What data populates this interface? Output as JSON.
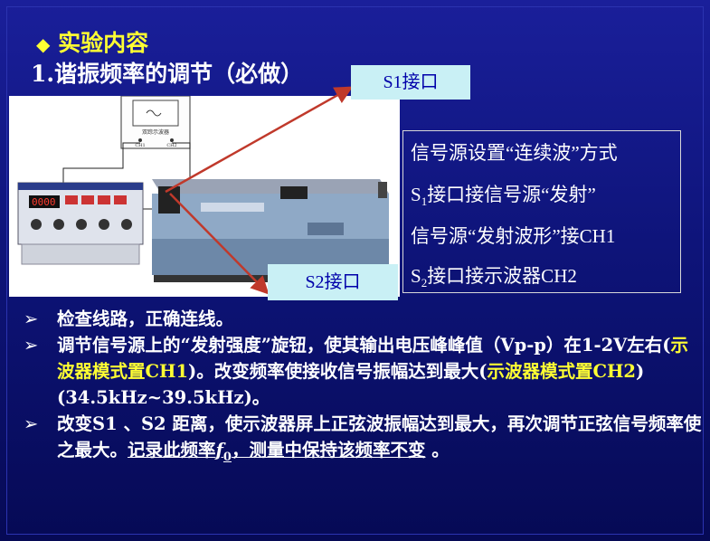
{
  "title": {
    "icon": "diamond-icon",
    "text": "实验内容"
  },
  "subtitle": "1.谐振频率的调节（必做）",
  "callouts": {
    "s1": "S1接口",
    "s2": "S2接口"
  },
  "photo": {
    "oscilloscope_label": "双踪示波器",
    "ch1": "CH1",
    "ch2": "CH2",
    "display": "0000"
  },
  "info": {
    "line1": "信号源设置“连续波”方式",
    "line2_s": "S",
    "line2_sub": "1",
    "line2_rest": "接口接信号源“发射”",
    "line3": "信号源“发射波形”接CH1",
    "line4_s": "S",
    "line4_sub": "2",
    "line4_rest": "接口接示波器CH2"
  },
  "bullets": {
    "b1": "检查线路，正确连线。",
    "b2_a": "调节信号源上的“发射强度”旋钮，使其输出电压峰峰值（Vp-p）在1-2V左右(",
    "b2_y1": "示波器模式置CH1",
    "b2_b": ")。改变频率使接收信号振幅达到最大(",
    "b2_y2": "示波器模式置CH2",
    "b2_c": ")(34.5kHz~39.5kHz)。",
    "b3_a": "改变S1 、S2 距离，使示波器屏上正弦波振幅达到最大，再次调节正弦信号频率使之最大。",
    "b3_u1": "记录此频率",
    "b3_f": "f",
    "b3_sub": "0",
    "b3_u2": "，测量中保持该频率不变",
    "b3_end": " 。"
  },
  "colors": {
    "background": "#0e147a",
    "accent": "#ffff33",
    "callout_bg": "#c9f0f5",
    "arrow": "#c0392b"
  }
}
